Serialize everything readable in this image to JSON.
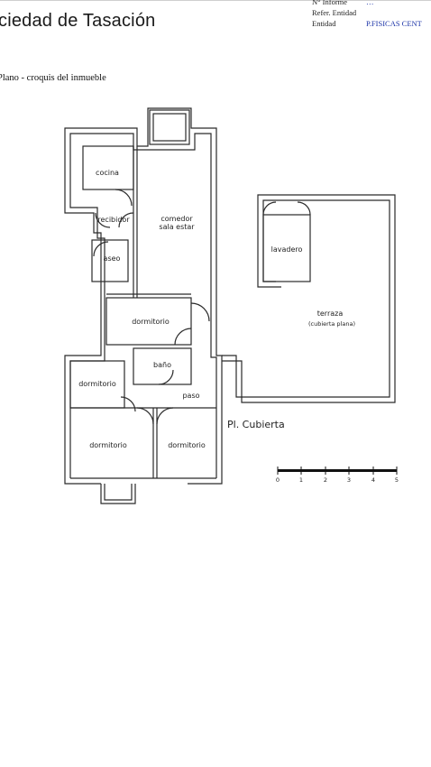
{
  "header": {
    "company": "ciedad de Tasación",
    "meta": [
      {
        "label": "N° Informe",
        "value": "…"
      },
      {
        "label": "Refer. Entidad",
        "value": ""
      },
      {
        "label": "Entidad",
        "value": "P.FISICAS CENT"
      }
    ]
  },
  "section_title": "Plano - croquis del inmueble",
  "plan": {
    "rooms": {
      "cocina": "cocina",
      "recibidor": "recibidor",
      "comedor_1": "comedor",
      "comedor_2": "sala estar",
      "aseo": "aseo",
      "dormitorio_1": "dormitorio",
      "dormitorio_2": "dormitorio",
      "dormitorio_3": "dormitorio",
      "dormitorio_4": "dormitorio",
      "bano": "baño",
      "paso": "paso",
      "lavadero": "lavadero",
      "terraza_1": "terraza",
      "terraza_2": "(cubierta plana)"
    },
    "floor_label": "Pl. Cubierta",
    "scale_ticks": [
      "0",
      "1",
      "2",
      "3",
      "4",
      "5"
    ]
  }
}
